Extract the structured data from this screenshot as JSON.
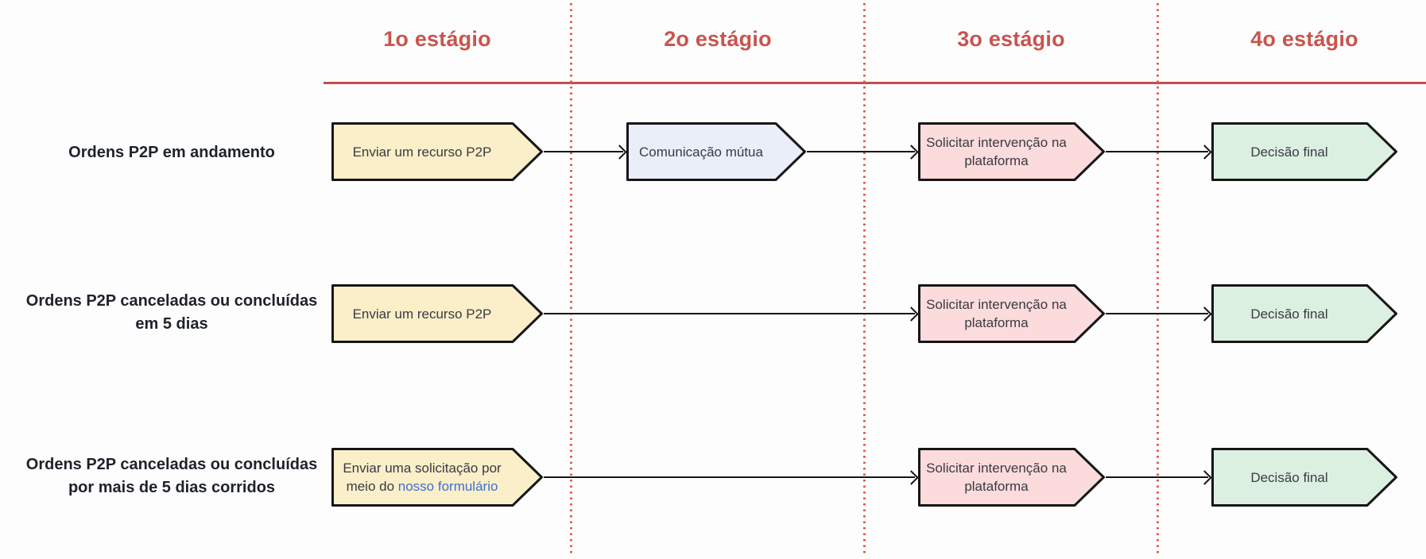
{
  "colors": {
    "stage_header": "#c9544e",
    "divider_dotted": "#da5f56",
    "divider_solid": "#c0504d",
    "box_border": "#161616",
    "arrow": "#161616",
    "label_text": "#1e222a",
    "box_text": "#3a3a42",
    "link": "#3d6fd2",
    "stage1_fill": "#faefc9",
    "stage2_fill": "#e9eef8",
    "stage3_fill": "#fbdbdc",
    "stage4_fill": "#dcf0e2"
  },
  "headers": [
    "1o estágio",
    "2o estágio",
    "3o estágio",
    "4o estágio"
  ],
  "rows": [
    {
      "label_lines": [
        "Ordens P2P em andamento"
      ],
      "stage1": {
        "lines": [
          "Enviar um recurso P2P"
        ]
      },
      "stage2": {
        "lines": [
          "Comunicação mútua"
        ]
      },
      "stage3": {
        "lines": [
          "Solicitar intervenção na",
          "plataforma"
        ]
      },
      "stage4": {
        "lines": [
          "Decisão final"
        ]
      }
    },
    {
      "label_lines": [
        "Ordens P2P canceladas ou concluídas",
        "em 5 dias"
      ],
      "stage1": {
        "lines": [
          "Enviar um recurso P2P"
        ]
      },
      "stage3": {
        "lines": [
          "Solicitar intervenção na",
          "plataforma"
        ]
      },
      "stage4": {
        "lines": [
          "Decisão final"
        ]
      }
    },
    {
      "label_lines": [
        "Ordens P2P canceladas ou concluídas",
        "por mais de 5 dias corridos"
      ],
      "stage1": {
        "line1": "Enviar uma solicitação por",
        "line2_prefix": "meio do ",
        "link_text": "nosso formulário"
      },
      "stage3": {
        "lines": [
          "Solicitar intervenção na",
          "plataforma"
        ]
      },
      "stage4": {
        "lines": [
          "Decisão final"
        ]
      }
    }
  ]
}
